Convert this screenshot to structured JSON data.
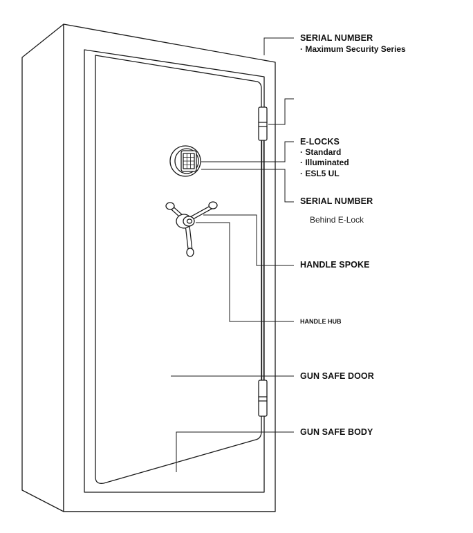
{
  "labels": {
    "serial_top": {
      "title": "SERIAL NUMBER",
      "items": [
        "· Maximum Security Series"
      ]
    },
    "elocks": {
      "title": "E-LOCKS",
      "items": [
        "· Standard",
        "· Illuminated",
        "· ESL5 UL"
      ]
    },
    "serial_mid": {
      "title": "SERIAL NUMBER",
      "note": "Behind E-Lock"
    },
    "handle_spoke": "HANDLE SPOKE",
    "handle_hub": "HANDLE HUB",
    "door": "GUN SAFE DOOR",
    "body": "GUN SAFE BODY"
  }
}
